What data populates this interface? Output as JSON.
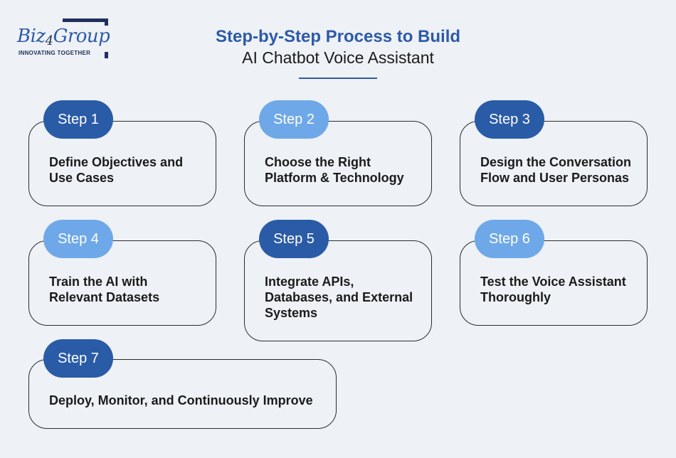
{
  "logo": {
    "wordmark_a": "Biz",
    "wordmark_b": "4",
    "wordmark_c": "Group",
    "tagline": "INNOVATING TOGETHER"
  },
  "header": {
    "title_line1": "Step-by-Step Process to Build",
    "title_line2": "AI Chatbot Voice Assistant"
  },
  "colors": {
    "accent_dark": "#2a5ba6",
    "accent_light": "#6ea8e8",
    "background": "#eef1f6"
  },
  "steps": [
    {
      "label": "Step 1",
      "text": "Define Objectives and Use Cases",
      "shade": "dark"
    },
    {
      "label": "Step 2",
      "text": "Choose the Right Platform & Technology",
      "shade": "light"
    },
    {
      "label": "Step 3",
      "text": "Design the Conversation Flow and User Personas",
      "shade": "dark"
    },
    {
      "label": "Step 4",
      "text": "Train the AI with Relevant Datasets",
      "shade": "light"
    },
    {
      "label": "Step 5",
      "text": "Integrate APIs, Databases, and External Systems",
      "shade": "dark"
    },
    {
      "label": "Step 6",
      "text": "Test the Voice Assistant Thoroughly",
      "shade": "light"
    },
    {
      "label": "Step 7",
      "text": "Deploy, Monitor, and Continuously Improve",
      "shade": "dark"
    }
  ]
}
